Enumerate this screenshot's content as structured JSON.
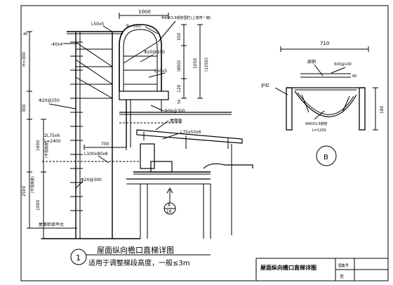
{
  "main_view": {
    "dim_top": "1000",
    "dim_arc_radius": "R=350",
    "callout_top_rail": "L50x5",
    "callout_top_flat": "-40x4",
    "callout_handrail_note": "Φ40X3.5钢管围栏(上端弯一端)",
    "callout_ring_spacing": "Φ20@100",
    "callout_platform_angle": "L50x5",
    "callout_rung_spacing": "Φ20@250",
    "callout_bar_2": "Φ06@300",
    "callout_roof_slab": "屋面板",
    "callout_lower_angle": "L75x50x6",
    "callout_stringer": "L100x80x8",
    "callout_base_bars": "Φ20@300",
    "callout_left_stringer": "2L75x6",
    "callout_left_stringer_length": "L=2400",
    "callout_bottom_platform": "屋面检修平台",
    "dim_height_total": "H=300",
    "dim_right_1": "350",
    "dim_right_2": "(850)",
    "dim_right_3": "1050",
    "dim_right_4": "(1050)",
    "dim_right_5": "120",
    "dim_right_6": "50",
    "dim_left_1": "300",
    "dim_left_2": "1600",
    "dim_left_2_note": "(不限高度)",
    "dim_left_3": "2500",
    "dim_left_3_note": "(不限高度)",
    "dim_left_4": "1000",
    "dim_bottom_mid": "700",
    "dim_small_a": "40",
    "section_marker_letter": "A",
    "section_marker_sheet": "16"
  },
  "section_b": {
    "dim_top": "710",
    "dim_right": "180",
    "label_parapet": "护栏",
    "label_flat_top": "扁钢",
    "label_rail_pipe": "Φ40X3.5钢管",
    "label_rail_pipe_length": "L=1200",
    "label_bar_top": "Φ20@100",
    "label_dim_80": "80",
    "marker_letter": "B"
  },
  "caption": {
    "number": "1",
    "title": "屋面纵向檐口直梯详图",
    "subtitle": "适用于调整梯段高度，一般≤3m"
  },
  "title_block": {
    "drawing_name": "屋面纵向檐口直梯详图",
    "label_code": "图集号",
    "label_page": "页"
  }
}
